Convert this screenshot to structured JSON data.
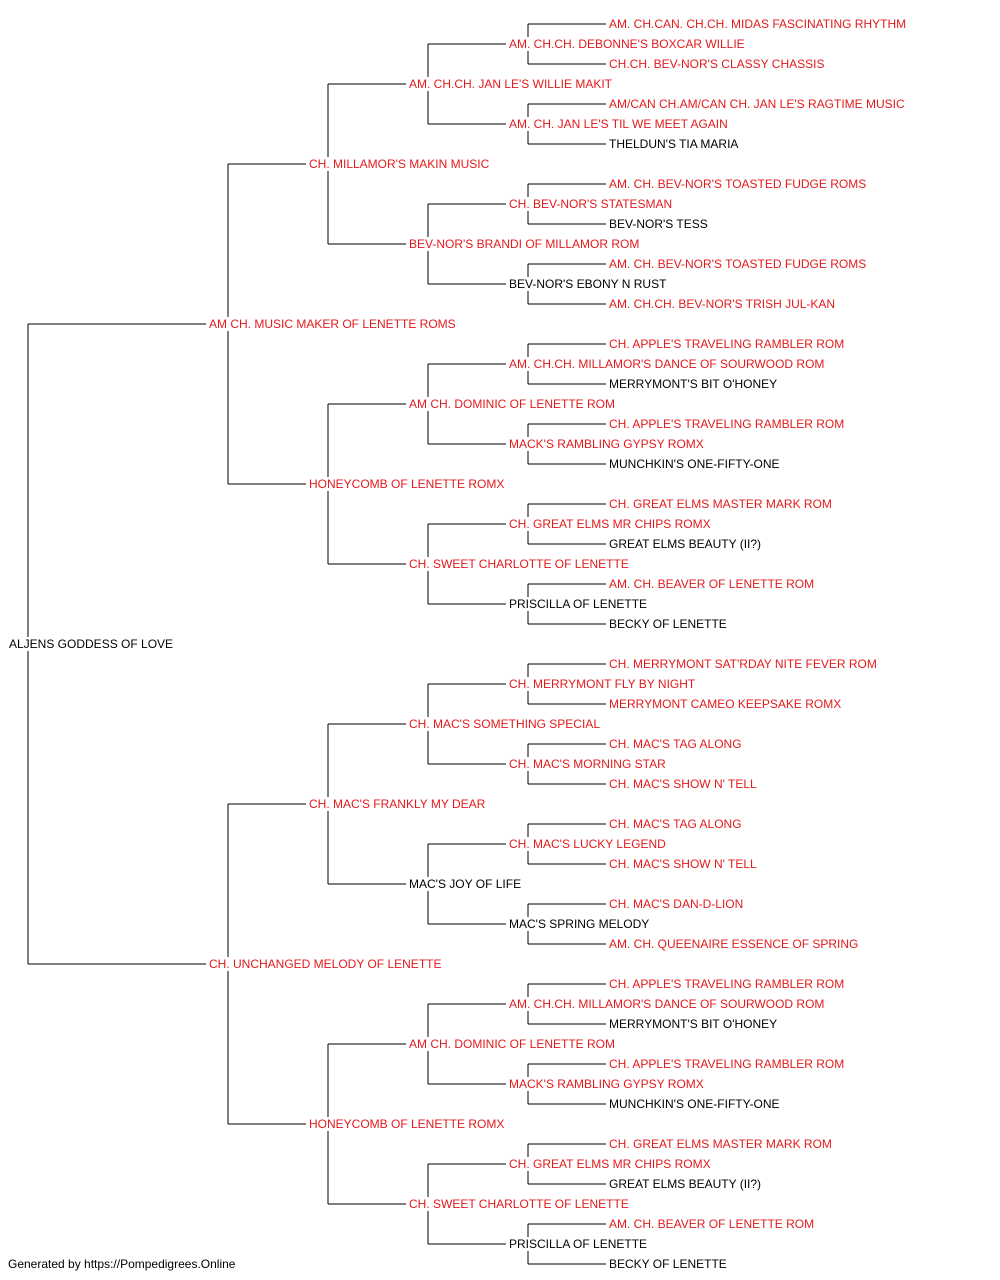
{
  "pedigree": {
    "root": "ALJENS GODDESS OF LOVE",
    "colors": {
      "titled": "#e31a1c",
      "untitled": "#000000",
      "lines": "#000000"
    },
    "gen1": [
      {
        "name": "AM CH. MUSIC MAKER OF LENETTE ROMS",
        "titled": true
      },
      {
        "name": "CH. UNCHANGED MELODY OF LENETTE",
        "titled": true
      }
    ],
    "gen2": [
      {
        "name": "CH. MILLAMOR'S MAKIN MUSIC",
        "titled": true
      },
      {
        "name": "HONEYCOMB OF LENETTE ROMX",
        "titled": true
      },
      {
        "name": "CH. MAC'S FRANKLY MY DEAR",
        "titled": true
      },
      {
        "name": "HONEYCOMB OF LENETTE ROMX",
        "titled": true
      }
    ],
    "gen3": [
      {
        "name": "AM. CH.CH. JAN LE'S WILLIE MAKIT",
        "titled": true
      },
      {
        "name": "BEV-NOR'S BRANDI OF MILLAMOR ROM",
        "titled": true
      },
      {
        "name": "AM CH. DOMINIC OF LENETTE ROM",
        "titled": true
      },
      {
        "name": "CH. SWEET CHARLOTTE OF LENETTE",
        "titled": true
      },
      {
        "name": "CH. MAC'S SOMETHING SPECIAL",
        "titled": true
      },
      {
        "name": "MAC'S JOY OF LIFE",
        "titled": false
      },
      {
        "name": "AM CH. DOMINIC OF LENETTE ROM",
        "titled": true
      },
      {
        "name": "CH. SWEET CHARLOTTE OF LENETTE",
        "titled": true
      }
    ],
    "gen4": [
      {
        "name": "AM. CH.CH. DEBONNE'S BOXCAR WILLIE",
        "titled": true
      },
      {
        "name": "AM. CH. JAN LE'S TIL WE MEET AGAIN",
        "titled": true
      },
      {
        "name": "CH. BEV-NOR'S STATESMAN",
        "titled": true
      },
      {
        "name": "BEV-NOR'S EBONY N RUST",
        "titled": false
      },
      {
        "name": "AM. CH.CH. MILLAMOR'S DANCE OF SOURWOOD ROM",
        "titled": true
      },
      {
        "name": "MACK'S RAMBLING GYPSY ROMX",
        "titled": true
      },
      {
        "name": "CH. GREAT ELMS MR CHIPS ROMX",
        "titled": true
      },
      {
        "name": "PRISCILLA OF LENETTE",
        "titled": false
      },
      {
        "name": "CH. MERRYMONT FLY BY NIGHT",
        "titled": true
      },
      {
        "name": "CH. MAC'S MORNING STAR",
        "titled": true
      },
      {
        "name": "CH. MAC'S LUCKY LEGEND",
        "titled": true
      },
      {
        "name": "MAC'S SPRING MELODY",
        "titled": false
      },
      {
        "name": "AM. CH.CH. MILLAMOR'S DANCE OF SOURWOOD ROM",
        "titled": true
      },
      {
        "name": "MACK'S RAMBLING GYPSY ROMX",
        "titled": true
      },
      {
        "name": "CH. GREAT ELMS MR CHIPS ROMX",
        "titled": true
      },
      {
        "name": "PRISCILLA OF LENETTE",
        "titled": false
      }
    ],
    "gen5": [
      {
        "name": "AM. CH.CAN. CH.CH. MIDAS FASCINATING RHYTHM",
        "titled": true
      },
      {
        "name": "CH.CH. BEV-NOR'S CLASSY CHASSIS",
        "titled": true
      },
      {
        "name": "AM/CAN CH.AM/CAN CH. JAN LE'S RAGTIME MUSIC",
        "titled": true
      },
      {
        "name": "THELDUN'S TIA MARIA",
        "titled": false
      },
      {
        "name": "AM. CH. BEV-NOR'S TOASTED FUDGE ROMS",
        "titled": true
      },
      {
        "name": "BEV-NOR'S TESS",
        "titled": false
      },
      {
        "name": "AM. CH. BEV-NOR'S TOASTED FUDGE ROMS",
        "titled": true
      },
      {
        "name": "AM. CH.CH. BEV-NOR'S TRISH JUL-KAN",
        "titled": true
      },
      {
        "name": "CH. APPLE'S TRAVELING RAMBLER ROM",
        "titled": true
      },
      {
        "name": "MERRYMONT'S BIT O'HONEY",
        "titled": false
      },
      {
        "name": "CH. APPLE'S TRAVELING RAMBLER ROM",
        "titled": true
      },
      {
        "name": "MUNCHKIN'S ONE-FIFTY-ONE",
        "titled": false
      },
      {
        "name": "CH. GREAT ELMS MASTER MARK ROM",
        "titled": true
      },
      {
        "name": "GREAT ELMS BEAUTY (II?)",
        "titled": false
      },
      {
        "name": "AM. CH. BEAVER OF LENETTE ROM",
        "titled": true
      },
      {
        "name": "BECKY OF LENETTE",
        "titled": false
      },
      {
        "name": "CH. MERRYMONT SAT'RDAY NITE FEVER ROM",
        "titled": true
      },
      {
        "name": "MERRYMONT CAMEO KEEPSAKE ROMX",
        "titled": true
      },
      {
        "name": "CH. MAC'S TAG ALONG",
        "titled": true
      },
      {
        "name": "CH. MAC'S SHOW N' TELL",
        "titled": true
      },
      {
        "name": "CH. MAC'S TAG ALONG",
        "titled": true
      },
      {
        "name": "CH. MAC'S SHOW N' TELL",
        "titled": true
      },
      {
        "name": "CH. MAC'S DAN-D-LION",
        "titled": true
      },
      {
        "name": "AM. CH. QUEENAIRE ESSENCE OF SPRING",
        "titled": true
      },
      {
        "name": "CH. APPLE'S TRAVELING RAMBLER ROM",
        "titled": true
      },
      {
        "name": "MERRYMONT'S BIT O'HONEY",
        "titled": false
      },
      {
        "name": "CH. APPLE'S TRAVELING RAMBLER ROM",
        "titled": true
      },
      {
        "name": "MUNCHKIN'S ONE-FIFTY-ONE",
        "titled": false
      },
      {
        "name": "CH. GREAT ELMS MASTER MARK ROM",
        "titled": true
      },
      {
        "name": "GREAT ELMS BEAUTY (II?)",
        "titled": false
      },
      {
        "name": "AM. CH. BEAVER OF LENETTE ROM",
        "titled": true
      },
      {
        "name": "BECKY OF LENETTE",
        "titled": false
      }
    ]
  },
  "footer": "Generated by https://Pompedigrees.Online"
}
